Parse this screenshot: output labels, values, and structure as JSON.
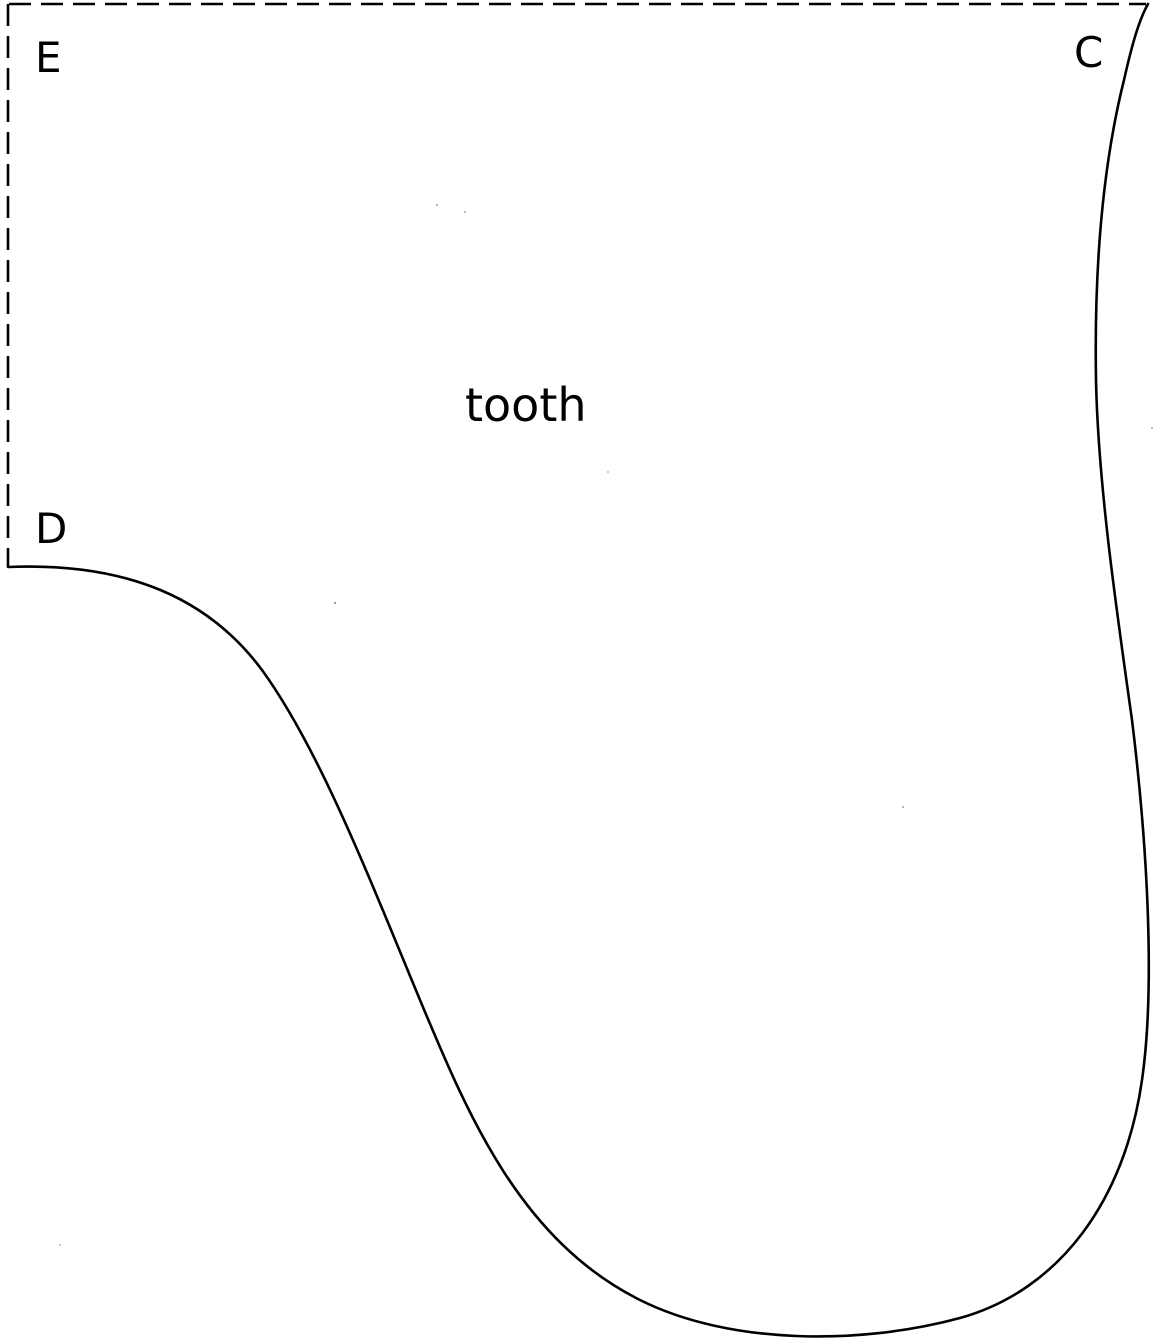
{
  "pattern": {
    "region_label": "tooth",
    "corner_labels": {
      "top_left": "E",
      "top_right": "C",
      "bottom_left": "D"
    },
    "colors": {
      "ink": "#000000",
      "paper": "#ffffff"
    }
  }
}
